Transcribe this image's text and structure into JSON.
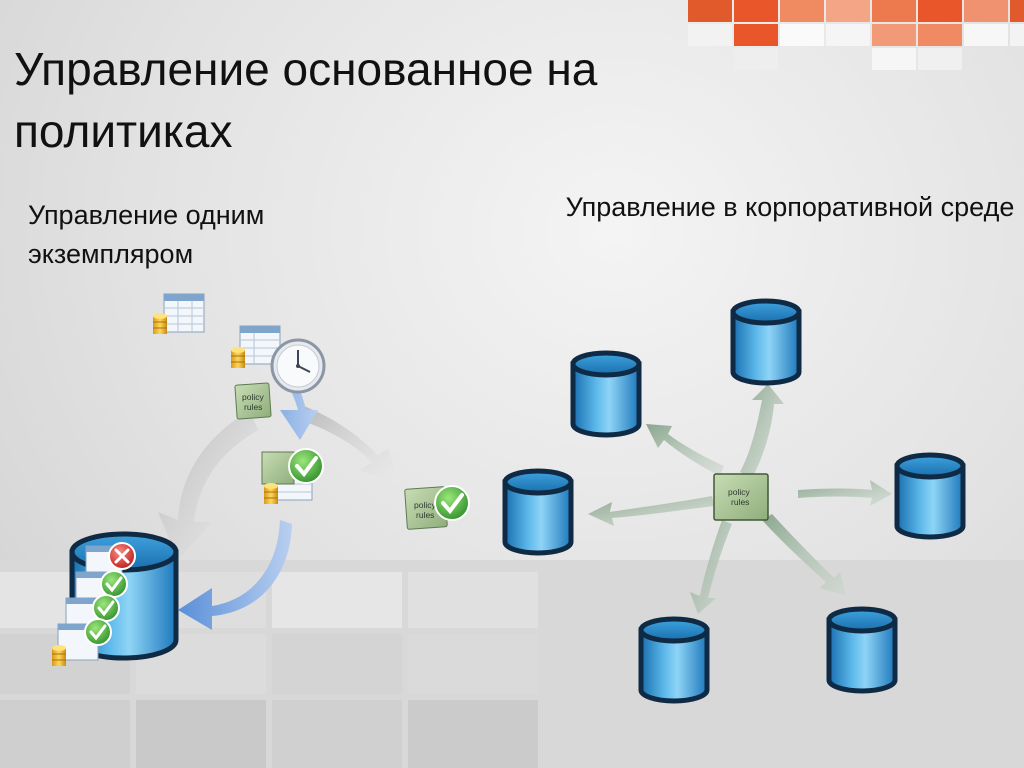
{
  "slide": {
    "title": "Управление основанное на политиках",
    "left_heading": "Управление одним экземпляром",
    "right_heading": "Управление в корпоративной среде"
  },
  "policy_card": {
    "line1": "policy",
    "line2": "rules"
  },
  "icons": {
    "database": "database-cylinder-icon",
    "table": "data-table-icon",
    "coins": "coin-stack-icon",
    "check": "green-check-icon",
    "error": "red-x-icon",
    "clock": "clock-icon",
    "arrow": "flow-arrow-icon"
  },
  "colors": {
    "accent_orange": "#e8562a",
    "db_blue": "#2a8fcc",
    "check_green": "#3aa83a",
    "error_red": "#c62828"
  }
}
